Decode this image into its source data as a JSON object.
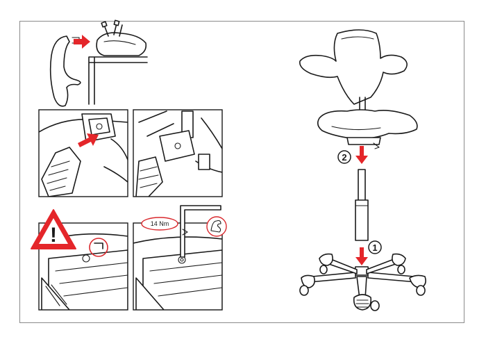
{
  "diagram": {
    "torque_label": "14 Nm",
    "step_labels": [
      "1",
      "2"
    ],
    "warning_symbol": "!",
    "colors": {
      "accent": "#e4262a",
      "ink": "#1a1a1a",
      "frame": "#8a8a8a"
    }
  }
}
